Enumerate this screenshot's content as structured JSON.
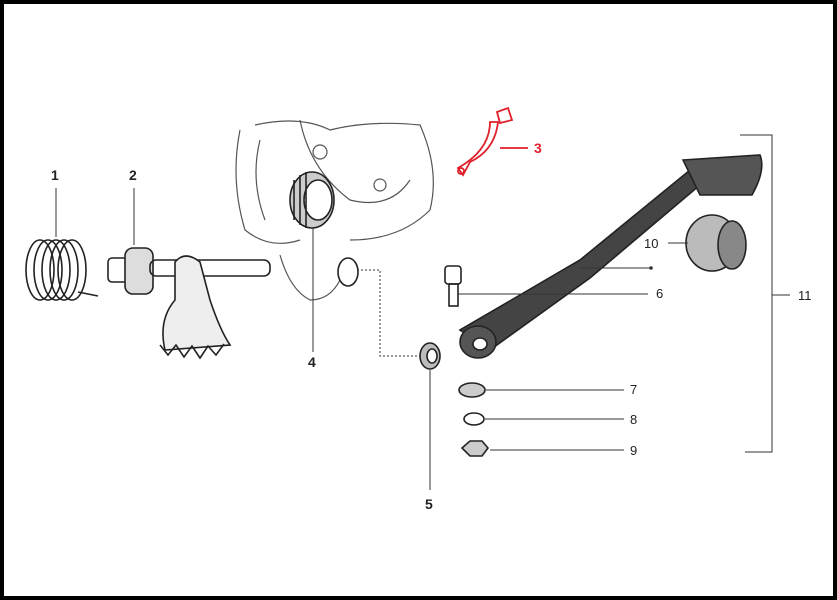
{
  "diagram": {
    "highlight_color": "#e0202a",
    "callouts": [
      {
        "id": "1",
        "label": "1",
        "part": "spring"
      },
      {
        "id": "2",
        "label": "2",
        "part": "kick-start-shaft"
      },
      {
        "id": "3",
        "label": "3",
        "part": "gear-lever-link",
        "highlighted": true
      },
      {
        "id": "4",
        "label": "4",
        "part": "needle-bearing"
      },
      {
        "id": "5",
        "label": "5",
        "part": "bushing"
      },
      {
        "id": "6",
        "label": "6",
        "part": "bolt"
      },
      {
        "id": "7",
        "label": "7",
        "part": "washer"
      },
      {
        "id": "8",
        "label": "8",
        "part": "spring-washer"
      },
      {
        "id": "9",
        "label": "9",
        "part": "nut"
      },
      {
        "id": "10",
        "label": "10",
        "part": "rubber-grip"
      },
      {
        "id": "11",
        "label": "11",
        "part": "gear-lever-assembly"
      }
    ]
  }
}
